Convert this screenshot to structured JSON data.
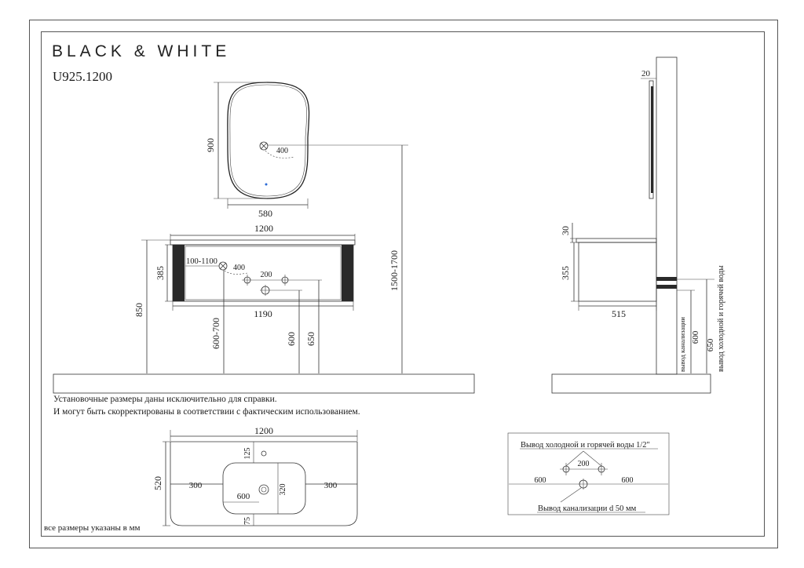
{
  "brand": "BLACK & WHITE",
  "model": "U925.1200",
  "notes": {
    "line1": "Установочные размеры даны исключительно для справки.",
    "line2": "И могут быть скорректированы в соответствии с фактическим использованием.",
    "footer": "все размеры указаны в мм"
  },
  "mirror": {
    "height": "900",
    "width": "580",
    "radius": "400"
  },
  "cabinet_front": {
    "top_width": "1200",
    "bottom_width": "1190",
    "height": "385",
    "floor_height": "850",
    "faucet_range": "100-1100",
    "radius": "400",
    "pipe_spacing": "200",
    "drain_range": "600-700",
    "drain_600": "600",
    "supply_650": "650",
    "mirror_height": "1500-1700"
  },
  "side_view": {
    "wall_gap": "20",
    "top_thickness": "30",
    "cabinet_height": "355",
    "depth": "515",
    "drain_label": "вывод канализации",
    "drain_height": "600",
    "supply_height": "650",
    "supply_label": "вывод холодной и горячей воды"
  },
  "top_view": {
    "width": "1200",
    "depth": "520",
    "faucet_offset": "125",
    "left_margin": "300",
    "right_margin": "300",
    "bowl_width": "600",
    "bowl_depth": "320",
    "front_margin": "75"
  },
  "plumbing": {
    "title": "Вывод холодной и горячей воды 1/2\"",
    "spacing": "200",
    "left": "600",
    "right": "600",
    "drain": "Вывод канализации d 50 мм"
  }
}
